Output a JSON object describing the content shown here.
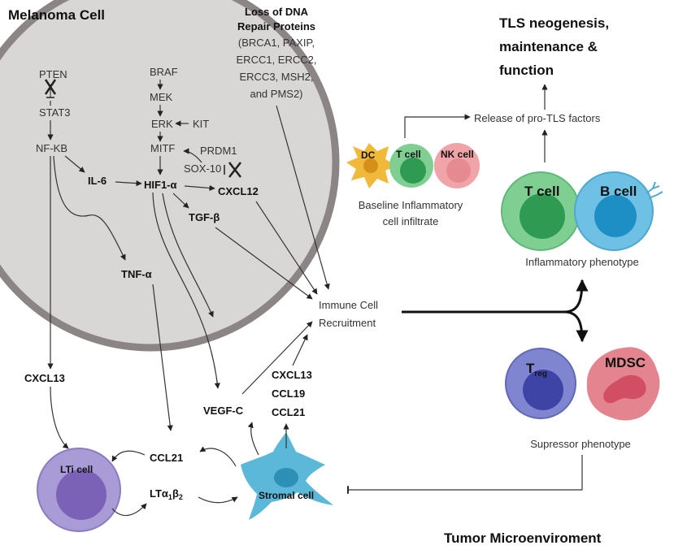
{
  "title_main": "Melanoma Cell",
  "title_tls": [
    "TLS neogenesis,",
    "maintenance &",
    "function"
  ],
  "title_tme": "Tumor Microenviroment",
  "dna_repair": {
    "heading": [
      "Loss of DNA",
      "Repair Proteins"
    ],
    "lines": [
      "(BRCA1, PAXIP,",
      "ERCC1, ERCC2,",
      "ERCC3, MSH2,",
      "and PMS2)"
    ]
  },
  "pathway": {
    "pten": "PTEN",
    "stat3": "STAT3",
    "nfkb": "NF-KB",
    "il6": "IL-6",
    "braf": "BRAF",
    "mek": "MEK",
    "erk": "ERK",
    "kit": "KIT",
    "mitf": "MITF",
    "prdm1": "PRDM1",
    "sox10": "SOX-10",
    "hif1a": "HIF1-α",
    "cxcl12": "CXCL12",
    "tgfb": "TGF-β",
    "tnfa": "TNF-α",
    "cxcl13": "CXCL13"
  },
  "tme": {
    "immune_recruitment": [
      "Immune Cell",
      "Recruitment"
    ],
    "release": "Release of pro-TLS factors",
    "baseline": [
      "Baseline Inflammatory",
      "cell infiltrate"
    ],
    "inflammatory_phenotype": "Inflammatory phenotype",
    "suppressor_phenotype": "Supressor phenotype",
    "vegfc": "VEGF-C",
    "stromal_factors": [
      "CXCL13",
      "CCL19",
      "CCL21"
    ],
    "ccl21": "CCL21",
    "lta_main": "LTα",
    "lta_sub1": "1",
    "lta_b": "β",
    "lta_sub2": "2"
  },
  "cells": {
    "dc": "DC",
    "tcell_small": "T cell",
    "nkcell": "NK cell",
    "tcell": "T cell",
    "bcell": "B cell",
    "treg_main": "T",
    "treg_sub": "reg",
    "mdsc": "MDSC",
    "lti": "LTi cell",
    "stromal": "Stromal cell"
  },
  "colors": {
    "cell_fill": "#d9d6d6",
    "cell_border": "#8c8585",
    "tcell": "#7fcf92",
    "tcell_nucleus": "#2e9a52",
    "bcell": "#6ec1e4",
    "bcell_nucleus": "#1e8fc4",
    "treg": "#7f86cf",
    "treg_nucleus": "#3d44a6",
    "mdsc": "#e4848f",
    "lti": "#a99bd6",
    "lti_nucleus": "#7b62b6",
    "stromal": "#5cb8d8",
    "dc": "#f0b93a",
    "nk": "#f1a4a8"
  }
}
